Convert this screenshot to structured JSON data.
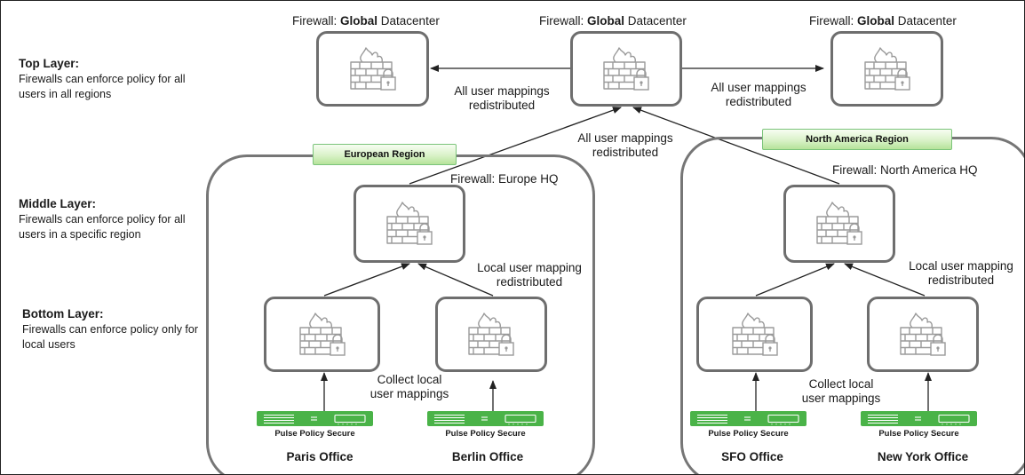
{
  "layers": {
    "top": {
      "title": "Top Layer:",
      "desc": "Firewalls can enforce policy for all users in all regions"
    },
    "middle": {
      "title": "Middle Layer:",
      "desc": "Firewalls can enforce policy for all users in a specific region"
    },
    "bottom": {
      "title": "Bottom Layer:",
      "desc": "Firewalls can enforce policy only for local users"
    }
  },
  "top_firewalls": [
    {
      "prefix": "Firewall: ",
      "bold": "Global",
      "suffix": " Datacenter"
    },
    {
      "prefix": "Firewall: ",
      "bold": "Global",
      "suffix": " Datacenter"
    },
    {
      "prefix": "Firewall: ",
      "bold": "Global",
      "suffix": " Datacenter"
    }
  ],
  "regions": {
    "europe": {
      "tag": "European Region",
      "hq_label": "Firewall: Europe HQ"
    },
    "north_america": {
      "tag": "North America Region",
      "hq_label": "Firewall: North America HQ"
    }
  },
  "edge_labels": {
    "top_left": "All user mappings redistributed",
    "top_right": "All user mappings redistributed",
    "center": "All user mappings redistributed",
    "europe_local": "Local user mapping redistributed",
    "na_local": "Local user mapping redistributed",
    "europe_collect": "Collect local user mappings",
    "na_collect": "Collect local user mappings"
  },
  "appliance_label": "Pulse Policy Secure",
  "offices": [
    "Paris Office",
    "Berlin Office",
    "SFO Office",
    "New York Office"
  ],
  "colors": {
    "box_border": "#6e6e6e",
    "appliance_green": "#4ab348",
    "tag_green": "#b6e39a",
    "icon_gray": "#9a9a9a"
  },
  "icons": {
    "firewall": "firewall-icon",
    "lock": "lock-icon",
    "appliance": "network-appliance-icon"
  }
}
